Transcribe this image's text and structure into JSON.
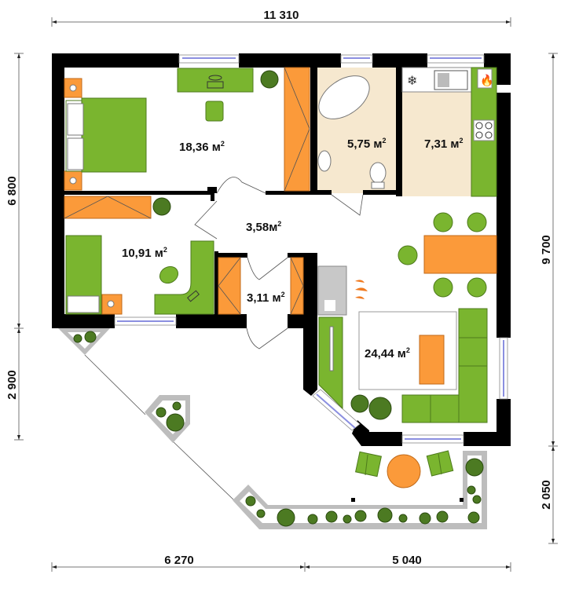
{
  "plan": {
    "type": "floor-plan",
    "area_unit": "м",
    "area_unit_exp": "2"
  },
  "dimensions": {
    "top_total": "11 310",
    "bottom_left": "6 270",
    "bottom_right": "5 040",
    "left_upper": "6 800",
    "left_lower": "2 900",
    "right_upper": "9 700",
    "right_lower": "2 050"
  },
  "rooms": [
    {
      "id": "bedroom-master",
      "area": "18,36 м",
      "exp": "2"
    },
    {
      "id": "bathroom",
      "area": "5,75 м",
      "exp": "2"
    },
    {
      "id": "kitchen",
      "area": "7,31 м",
      "exp": "2"
    },
    {
      "id": "hall",
      "area": "3,58м",
      "exp": "2"
    },
    {
      "id": "bedroom-child",
      "area": "10,91 м",
      "exp": "2"
    },
    {
      "id": "entrance",
      "area": "3,11 м",
      "exp": "2"
    },
    {
      "id": "living-room",
      "area": "24,44 м",
      "exp": "2"
    }
  ],
  "colors": {
    "wall": "#000000",
    "furniture_green": "#7ab52f",
    "furniture_orange": "#fb9a3a",
    "floor_beige": "#f6e8cf",
    "planter_gray": "#bdbdbd",
    "window_glass": "#8b8fe0",
    "plant": "#4c7a22"
  }
}
